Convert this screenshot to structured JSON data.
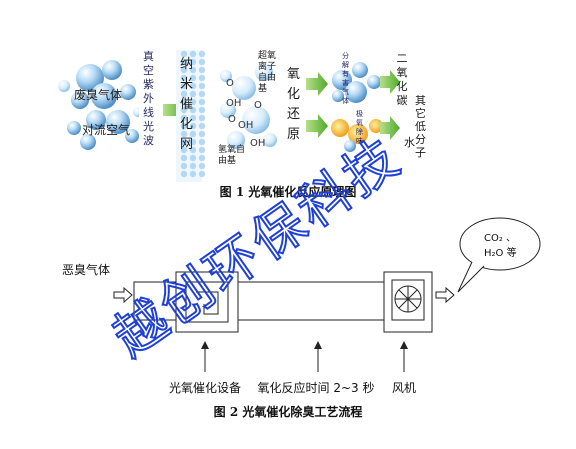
{
  "figure1": {
    "input_labels": [
      "废臭气体",
      "对流空气"
    ],
    "uv_label": "真空紫外线光波",
    "catalyst_label": "纳米催化网",
    "radical1_label": "超氧离子自由基",
    "radical2_label": "氢氧自由基",
    "oh_labels": [
      "OH",
      "OH",
      "OH"
    ],
    "o_labels": [
      "O",
      "O",
      "O"
    ],
    "redox_label": "氧化还原",
    "decompose_label": "分解有害气体",
    "plasma_label": "极氧除味",
    "products_label": "二氧化碳",
    "water_label": "水",
    "small_molecules_label": "其它低分子",
    "caption": "图 1 光氧催化反应原理图"
  },
  "figure2": {
    "inlet_label": "恶臭气体",
    "bubble_text_line1": "CO₂  、",
    "bubble_text_line2": "H₂O 等",
    "stage_labels": [
      "光氧催化设备",
      "氧化反应时间 2~3 秒",
      "风机"
    ],
    "caption": "图 2 光氧催化除臭工艺流程"
  },
  "watermark": "越创环保科技",
  "colors": {
    "watermark": "#1e3fd8",
    "bubble_blue": "#7fb8e6",
    "arrow_green": "#66bb44",
    "mesh": "#9ecdf0",
    "ink": "#222222"
  }
}
